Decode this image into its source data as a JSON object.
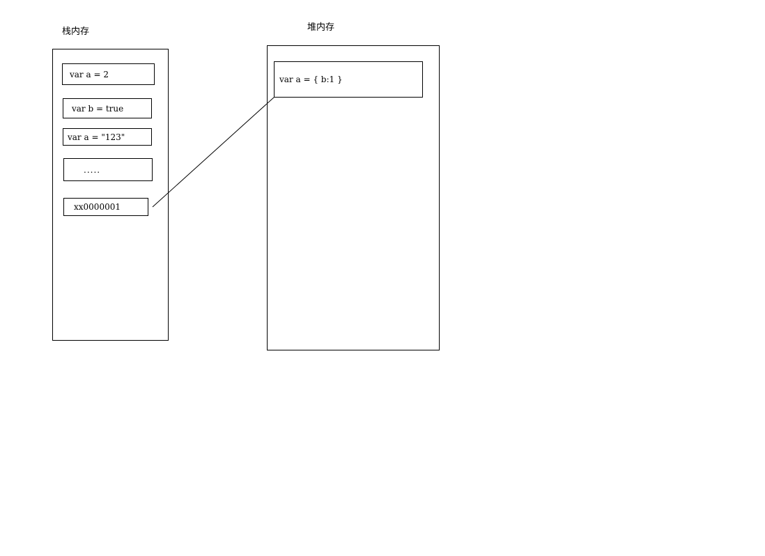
{
  "stack": {
    "title": "栈内存",
    "cells": [
      "var a = 2",
      "var b = true",
      "var a = \"123\"",
      ".....",
      "xx0000001"
    ]
  },
  "heap": {
    "title": "堆内存",
    "cells": [
      "var a = { b:1 }"
    ]
  }
}
